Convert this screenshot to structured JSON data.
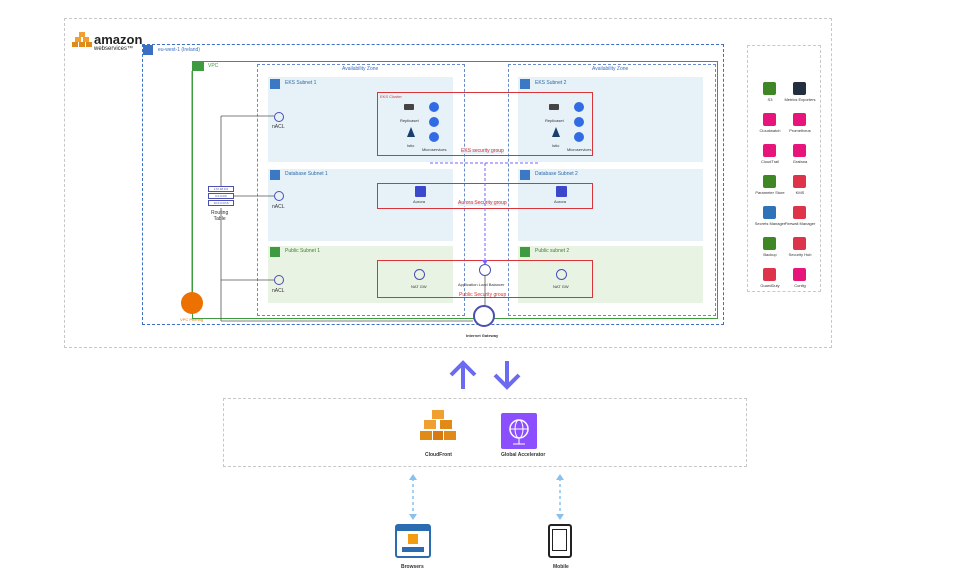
{
  "brand": {
    "line1": "amazon",
    "line2": "webservices™"
  },
  "region": {
    "label": "eu-west-1 (Ireland)"
  },
  "vpc": {
    "label": "VPC"
  },
  "az": [
    {
      "label": "Availability Zone"
    },
    {
      "label": "Availability Zone"
    }
  ],
  "subnets": {
    "eks1": "EKS Subnet 1",
    "eks2": "EKS Subnet 2",
    "db1": "Database Subnet 1",
    "db2": "Database Subnet 2",
    "pub1": "Public Subnet 1",
    "pub2": "Public subnet 2"
  },
  "eks": {
    "cluster_label": "EKS Cluster",
    "replicaset": "Replicaset",
    "istio": "Istio",
    "microservices": "Microservices",
    "security_group": "EKS security group"
  },
  "db": {
    "aurora": "Aurora",
    "security_group": "Aurora Security group"
  },
  "public": {
    "nat": "NAT GW",
    "alb": "Application Load Balancer",
    "security_group": "Public Security group"
  },
  "nacl": [
    "nACL",
    "nACL",
    "nACL"
  ],
  "routing_table": {
    "label": "Routing\nTable",
    "rows": [
      "172.18.0.0",
      "0.0.0.0/0",
      "10.0.0.0/16"
    ]
  },
  "vpc_peering": "VPC Peering",
  "internet_gateway": "Internet Gateway",
  "side_services": [
    {
      "label": "S3",
      "color": "#3f8624",
      "icon": "bucket-icon"
    },
    {
      "label": "Metrics Exporters",
      "color": "#232f3e",
      "icon": "metrics-icon"
    },
    {
      "label": "Cloudwatch",
      "color": "#e7157b",
      "icon": "cloudwatch-icon"
    },
    {
      "label": "Prometheus",
      "color": "#e7157b",
      "icon": "prometheus-icon"
    },
    {
      "label": "CloudTrail",
      "color": "#e7157b",
      "icon": "cloudtrail-icon"
    },
    {
      "label": "Grafana",
      "color": "#e7157b",
      "icon": "grafana-icon"
    },
    {
      "label": "Parameter Store",
      "color": "#3f8624",
      "icon": "parameter-store-icon"
    },
    {
      "label": "KMS",
      "color": "#dd344c",
      "icon": "kms-icon"
    },
    {
      "label": "Secrets Manager",
      "color": "#2e73b8",
      "icon": "secrets-icon"
    },
    {
      "label": "Firewall Manager",
      "color": "#dd344c",
      "icon": "firewall-icon"
    },
    {
      "label": "Backup",
      "color": "#3f8624",
      "icon": "backup-icon"
    },
    {
      "label": "Security Hub",
      "color": "#dd344c",
      "icon": "security-hub-icon"
    },
    {
      "label": "GuardDuty",
      "color": "#dd344c",
      "icon": "guardduty-icon"
    },
    {
      "label": "Config",
      "color": "#e7157b",
      "icon": "config-icon"
    }
  ],
  "edge": {
    "cloudfront": "CloudFront",
    "accelerator": "Global Accelerator"
  },
  "clients": {
    "browsers": "Browsers",
    "mobile": "Mobile"
  },
  "colors": {
    "region": "#3a6fc4",
    "vpc": "#3f9b3f",
    "sg": "#d9343a",
    "flow": "#7b61ff",
    "client_arrow": "#88c1ee"
  }
}
